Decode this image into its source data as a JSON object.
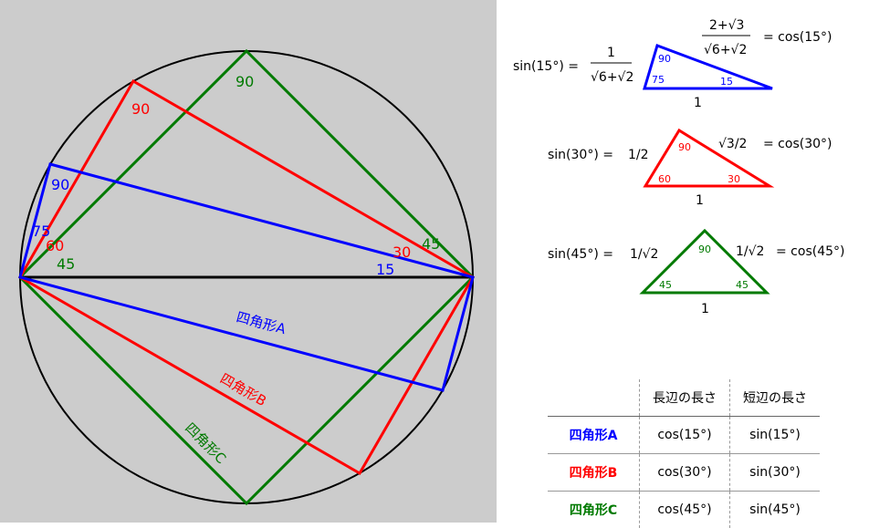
{
  "colors": {
    "blue": "#0000ff",
    "red": "#ff0000",
    "green": "#007a00",
    "black": "#000000",
    "panel": "#cccccc"
  },
  "circle": {
    "angles": {
      "green_top": "90",
      "red_top": "90",
      "blue_top": "90",
      "blue_75": "75",
      "red_60": "60",
      "green_45_left": "45",
      "red_30": "30",
      "green_45_right": "45",
      "blue_15": "15"
    },
    "quad_labels": {
      "a": "四角形A",
      "b": "四角形B",
      "c": "四角形C"
    }
  },
  "triangles": {
    "t15": {
      "sin_label": "sin(15°)  =",
      "num": "1",
      "den": "√6+√2",
      "hyp_num": "2+√3",
      "hyp_den": "√6+√2",
      "cos_label": "= cos(15°)",
      "base": "1",
      "a90": "90",
      "a75": "75",
      "a15": "15"
    },
    "t30": {
      "sin_label": "sin(30°)  =",
      "sin_val": "1/2",
      "hyp": "√3/2",
      "cos_label": "= cos(30°)",
      "base": "1",
      "a90": "90",
      "a60": "60",
      "a30": "30"
    },
    "t45": {
      "sin_label": "sin(45°)  =",
      "sin_val": "1/√2",
      "hyp": "1/√2",
      "cos_label": "= cos(45°)",
      "base": "1",
      "a90": "90",
      "a45l": "45",
      "a45r": "45"
    }
  },
  "table": {
    "headers": [
      "",
      "長辺の長さ",
      "短辺の長さ"
    ],
    "rows": [
      {
        "name": "四角形A",
        "long": "cos(15°)",
        "short": "sin(15°)",
        "color": "#0000ff"
      },
      {
        "name": "四角形B",
        "long": "cos(30°)",
        "short": "sin(30°)",
        "color": "#ff0000"
      },
      {
        "name": "四角形C",
        "long": "cos(45°)",
        "short": "sin(45°)",
        "color": "#007a00"
      }
    ]
  }
}
